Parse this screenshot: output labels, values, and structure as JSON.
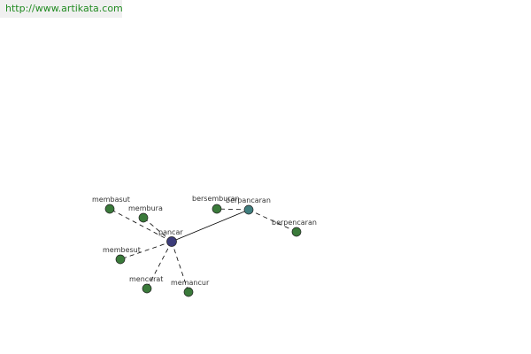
{
  "header": {
    "url": "http://www.artikata.com"
  },
  "colors": {
    "center_node": "#3c3c7a",
    "secondary_node": "#3f7e7e",
    "leaf_node": "#3a7a3a",
    "node_stroke": "#222222",
    "edge": "#000000",
    "url_text": "#228b22"
  },
  "graph": {
    "nodes": [
      {
        "id": "pancar",
        "label": "pancar",
        "kind": "center"
      },
      {
        "id": "berpancaran",
        "label": "berpancaran",
        "kind": "secondary"
      },
      {
        "id": "membasut",
        "label": "membasut",
        "kind": "leaf"
      },
      {
        "id": "membura",
        "label": "membura",
        "kind": "leaf"
      },
      {
        "id": "membesut",
        "label": "membesut",
        "kind": "leaf"
      },
      {
        "id": "mencerat",
        "label": "mencerat",
        "kind": "leaf"
      },
      {
        "id": "memancur",
        "label": "memancur",
        "kind": "leaf"
      },
      {
        "id": "bersemburan",
        "label": "bersemburan",
        "kind": "leaf"
      },
      {
        "id": "berpencaran",
        "label": "berpencaran",
        "kind": "leaf"
      }
    ],
    "edges": [
      {
        "from": "pancar",
        "to": "berpancaran",
        "style": "solid"
      },
      {
        "from": "pancar",
        "to": "membasut",
        "style": "dashed"
      },
      {
        "from": "pancar",
        "to": "membura",
        "style": "dashed"
      },
      {
        "from": "pancar",
        "to": "membesut",
        "style": "dashed"
      },
      {
        "from": "pancar",
        "to": "mencerat",
        "style": "dashed"
      },
      {
        "from": "pancar",
        "to": "memancur",
        "style": "dashed"
      },
      {
        "from": "berpancaran",
        "to": "bersemburan",
        "style": "dashed"
      },
      {
        "from": "berpancaran",
        "to": "berpencaran",
        "style": "dashed"
      }
    ]
  }
}
